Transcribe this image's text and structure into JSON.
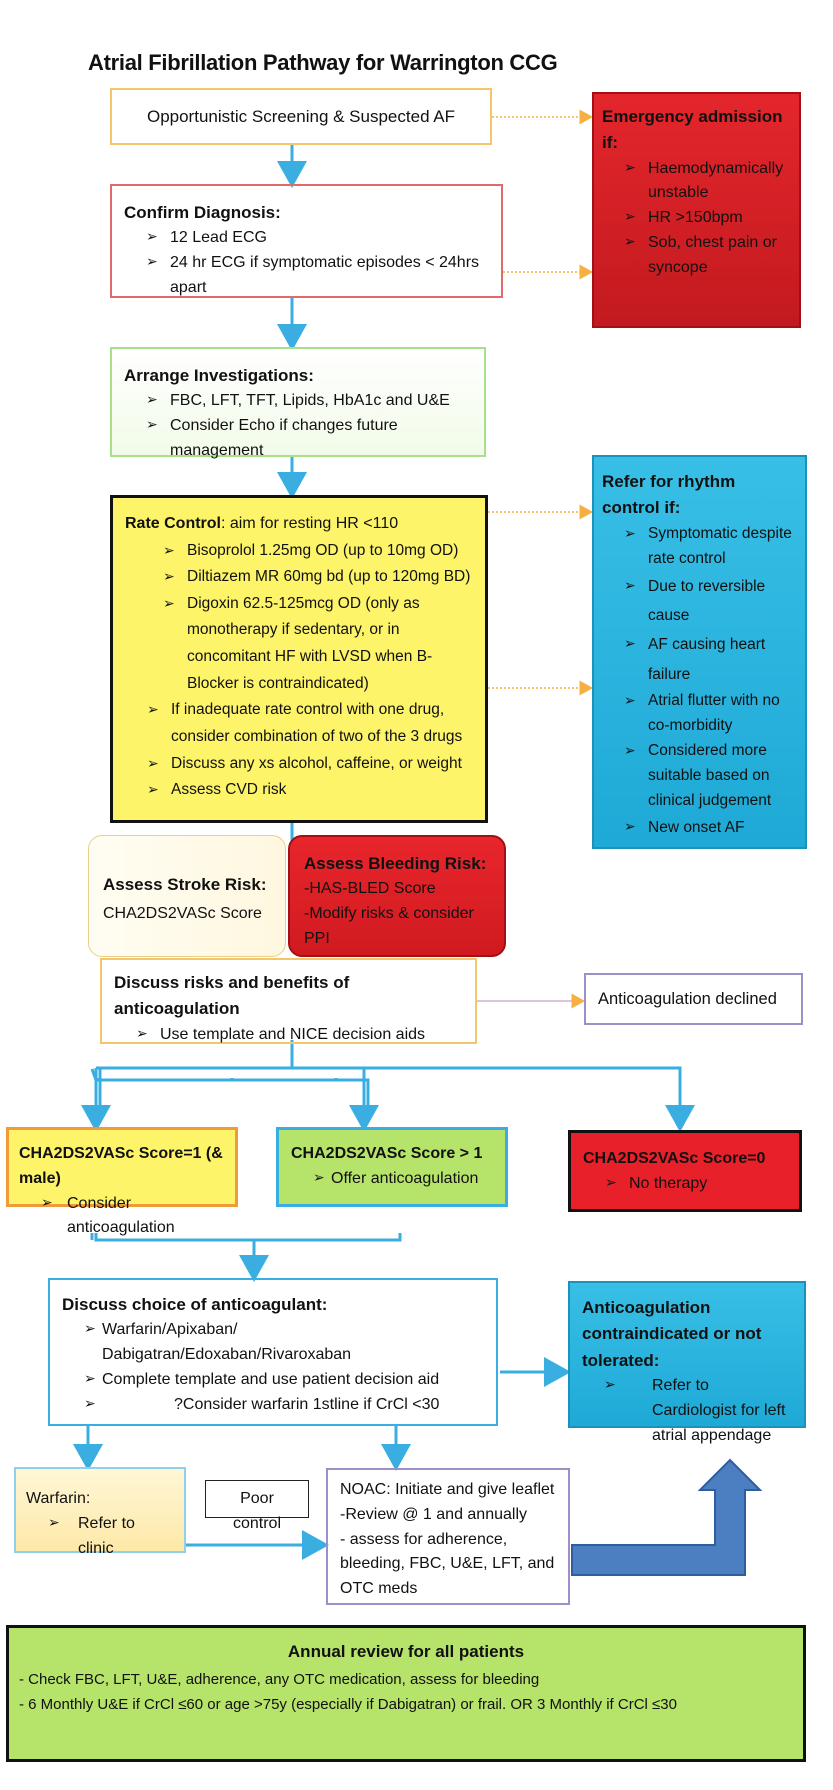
{
  "title": "Atrial Fibrillation Pathway for Warrington CCG",
  "screening": {
    "text": "Opportunistic Screening & Suspected AF"
  },
  "emergency": {
    "heading": "Emergency admission if:",
    "items": [
      "Haemodynamically unstable",
      "HR >150bpm",
      "Sob, chest pain or syncope"
    ]
  },
  "confirm": {
    "heading": "Confirm Diagnosis:",
    "items": [
      "12 Lead ECG",
      "24 hr ECG if symptomatic episodes < 24hrs apart"
    ]
  },
  "investigations": {
    "heading": "Arrange Investigations:",
    "items": [
      "FBC, LFT, TFT, Lipids, HbA1c and U&E",
      "Consider Echo if changes future management"
    ]
  },
  "rate": {
    "heading": "Rate Control",
    "heading_rest": ": aim for resting HR <110",
    "items": [
      "Bisoprolol 1.25mg OD (up to 10mg OD)",
      "Diltiazem MR 60mg bd (up to 120mg BD)",
      "Digoxin 62.5-125mcg OD (only as monotherapy if sedentary, or in concomitant HF with LVSD when B-Blocker  is contraindicated)",
      "If inadequate rate control with one drug, consider combination of  two of the 3 drugs",
      "Discuss any xs alcohol, caffeine, or weight",
      "Assess CVD risk"
    ]
  },
  "rhythm": {
    "heading": "Refer for rhythm control if:",
    "items": [
      "Symptomatic  despite rate control",
      "Due to reversible cause",
      "AF causing heart failure",
      "Atrial flutter with no co-morbidity",
      "Considered more suitable based on clinical judgement",
      "New onset AF"
    ]
  },
  "stroke": {
    "heading": "Assess Stroke Risk:",
    "text": "CHA2DS2VASc Score"
  },
  "bleeding": {
    "heading": "Assess Bleeding Risk:",
    "lines": [
      "-HAS-BLED Score",
      "-Modify risks & consider PPI"
    ]
  },
  "discuss": {
    "heading": "Discuss risks and benefits of anticoagulation",
    "items": [
      "Use template and NICE decision aids"
    ]
  },
  "declined": {
    "text": "Anticoagulation declined"
  },
  "score1": {
    "heading": "CHA2DS2VASc Score=1 (& male)",
    "items": [
      "Consider anticoagulation"
    ]
  },
  "score2": {
    "heading": "CHA2DS2VASc Score > 1",
    "items": [
      "Offer anticoagulation"
    ]
  },
  "score0": {
    "heading": "CHA2DS2VASc Score=0",
    "items": [
      "No therapy"
    ]
  },
  "choice": {
    "heading": "Discuss choice of anticoagulant:",
    "items": [
      "Warfarin/Apixaban/ Dabigatran/Edoxaban/Rivaroxaban",
      "Complete template and  use  patient decision aid"
    ],
    "subitems": [
      "?Consider warfarin 1stline if CrCl <30"
    ]
  },
  "contra": {
    "heading": "Anticoagulation contraindicated or not tolerated:",
    "items": [
      "Refer to Cardiologist for left atrial appendage"
    ]
  },
  "warfarin": {
    "heading": "Warfarin:",
    "items": [
      "Refer to clinic"
    ]
  },
  "poor": {
    "text": "Poor control"
  },
  "noac": {
    "lines": [
      "NOAC: Initiate and give leaflet",
      "-Review @ 1 and annually",
      "- assess for adherence, bleeding, FBC, U&E, LFT, and OTC meds"
    ]
  },
  "annual": {
    "heading": "Annual review for all patients",
    "lines": [
      "- Check FBC, LFT, U&E, adherence, any OTC medication, assess for bleeding",
      "- 6 Monthly U&E if CrCl ≤60 or age >75y (especially if Dabigatran) or frail. OR 3 Monthly if CrCl ≤30"
    ]
  },
  "colors": {
    "connector": "#3aaee0",
    "orange_arrow": "#f5b041",
    "red": "#d92027",
    "blue": "#27b3e0",
    "green": "#b6e36a",
    "yellow": "#fdf46a"
  }
}
